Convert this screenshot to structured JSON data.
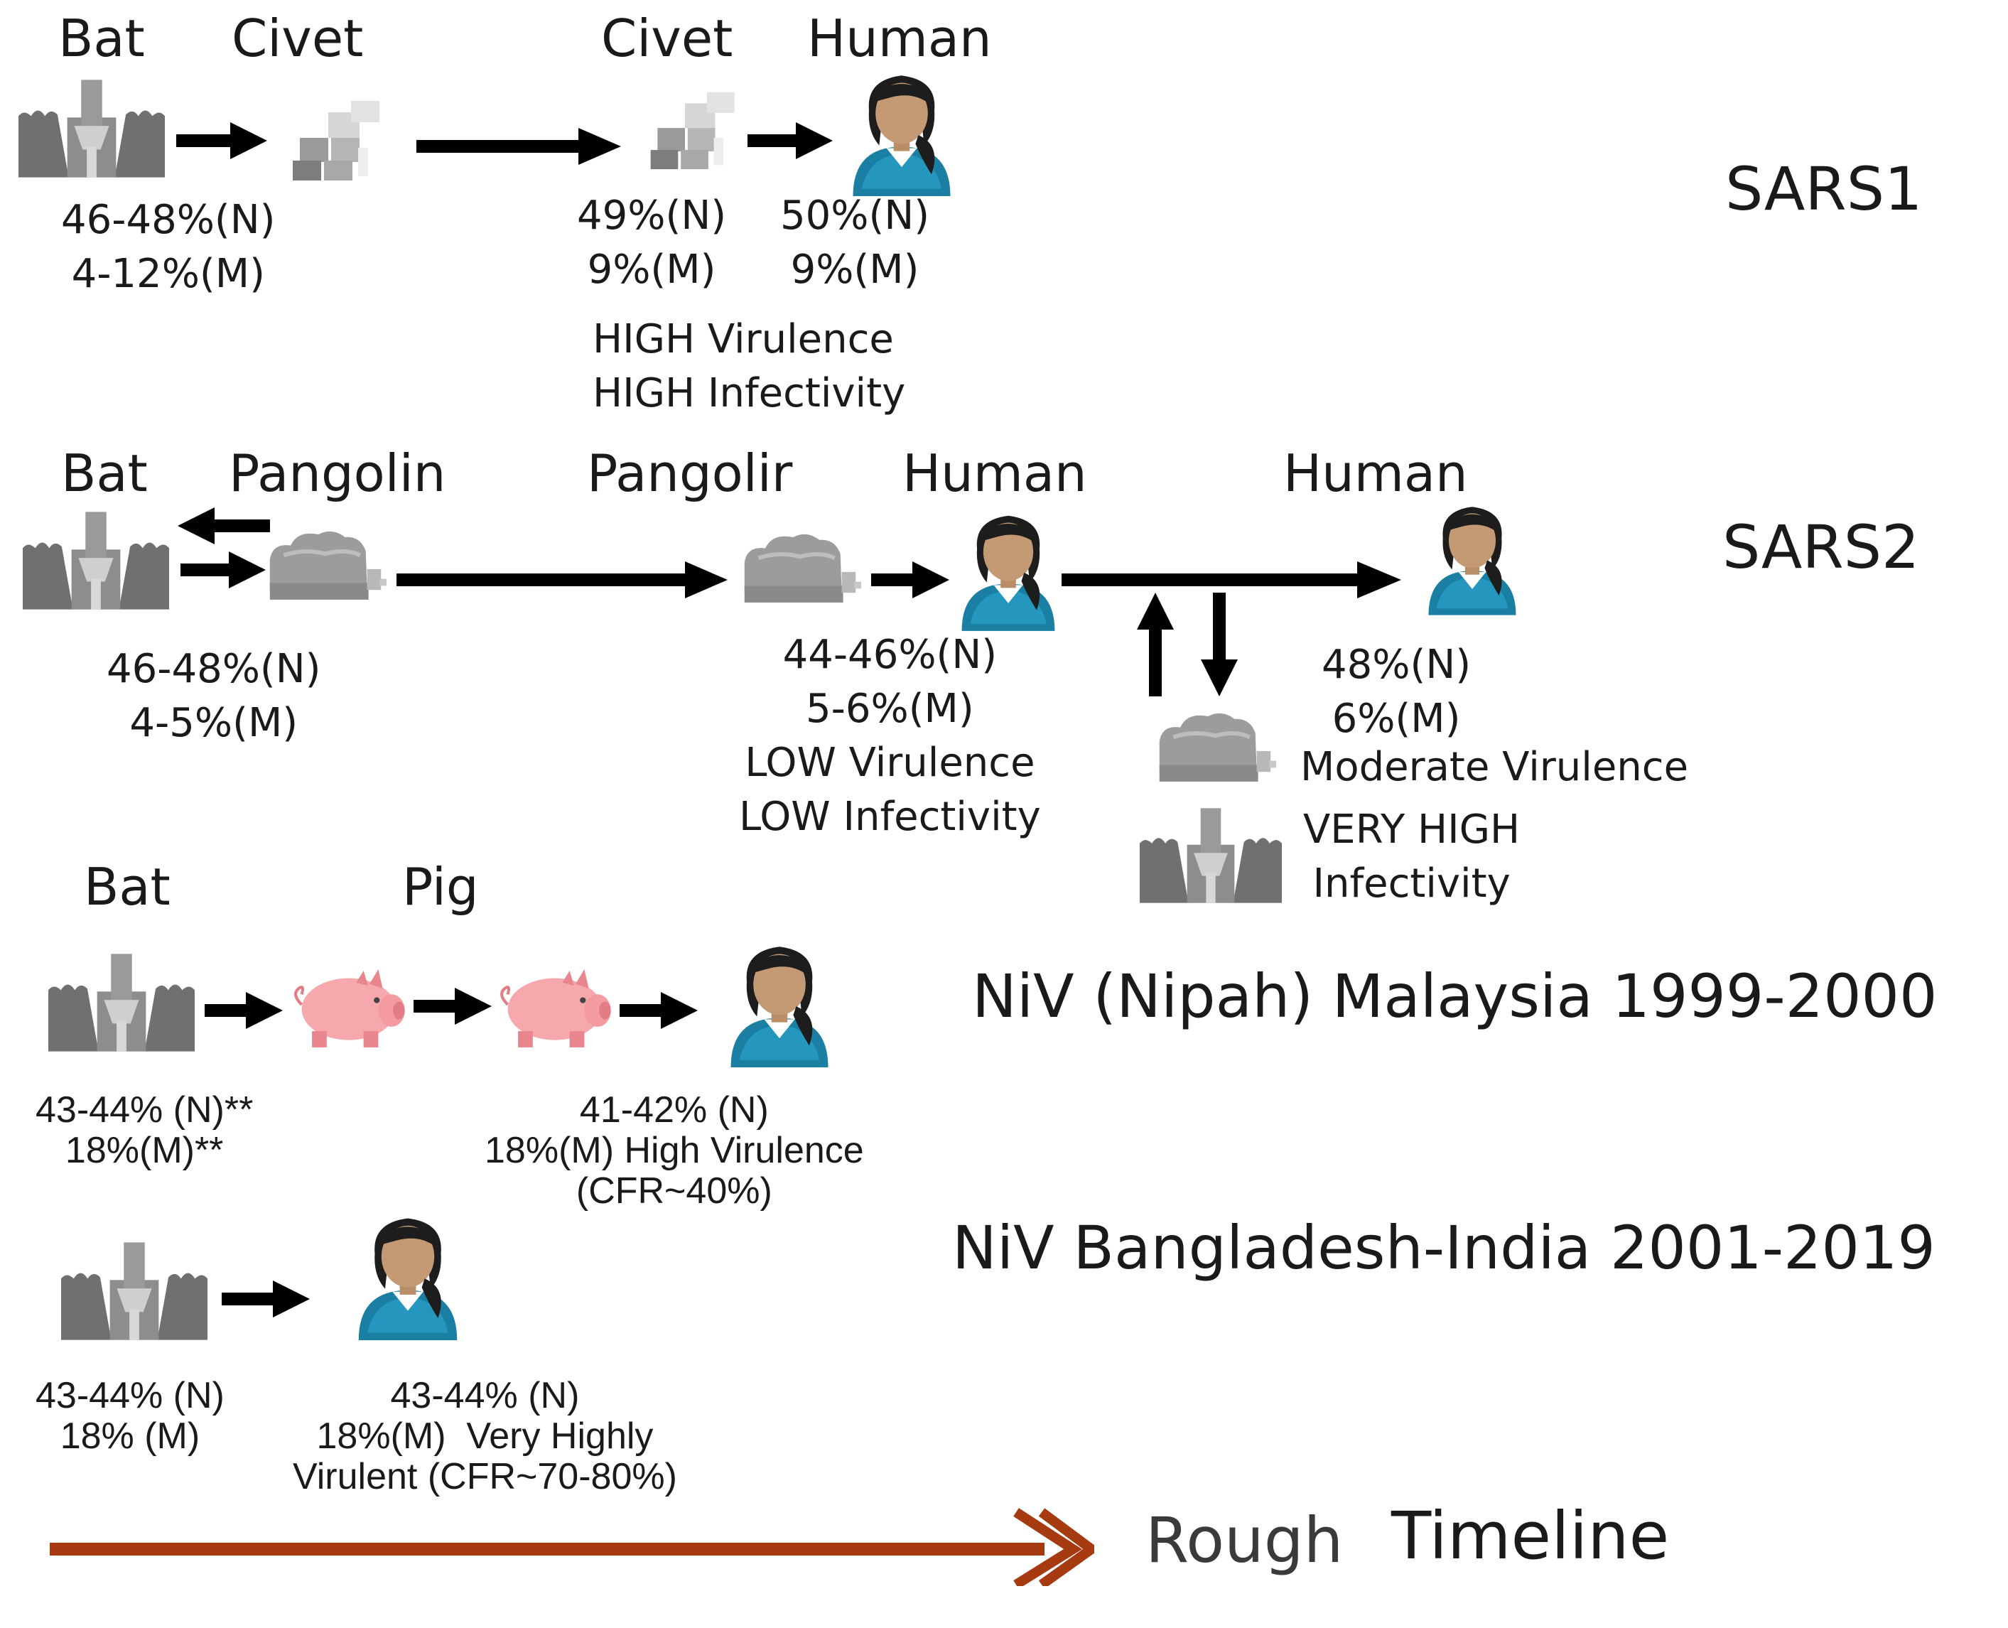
{
  "colors": {
    "arrow": "#000000",
    "timeline": "#a63a10",
    "gray": "#7c7c7c",
    "pig": "#f6a8ac",
    "shirt": "#1a7fa3",
    "skin": "#c49a74",
    "hair": "#1d1d1d"
  },
  "sars1": {
    "label": "SARS1",
    "heads": [
      "Bat",
      "Civet",
      "Civet",
      "Human"
    ],
    "bat_values": "46-48%(N)\n4-12%(M)",
    "civet_values": "49%(N)\n9%(M)",
    "human_values": "50%(N)\n9%(M)",
    "notes": "HIGH Virulence\nHIGH Infectivity",
    "icons": [
      "bat-icon",
      "civet-icon",
      "civet-icon",
      "human-icon"
    ]
  },
  "sars2": {
    "label": "SARS2",
    "heads": [
      "Bat",
      "Pangolin",
      "Pangolir",
      "Human",
      "Human"
    ],
    "bat_values": "46-48%(N)\n4-5%(M)",
    "pangolin_values": "44-46%(N)\n5-6%(M)\nLOW Virulence\nLOW Infectivity",
    "human_values": "48%(N)\n6%(M)",
    "moderate": "Moderate Virulence",
    "very_high": "VERY HIGH\nInfectivity",
    "icons": [
      "bat-icon",
      "pangolin-icon",
      "pangolin-icon",
      "human-icon",
      "human-icon",
      "pangolin-icon",
      "bat-icon"
    ]
  },
  "niv_malaysia": {
    "label": "NiV (Nipah) Malaysia 1999-2000",
    "heads": [
      "Bat",
      "Pig"
    ],
    "bat_values": "43-44% (N)**\n18%(M)**",
    "pig_values": "41-42% (N)\n18%(M) High Virulence\n(CFR~40%)",
    "icons": [
      "bat-icon",
      "pig-icon",
      "pig-icon",
      "human-icon"
    ]
  },
  "niv_bangladesh": {
    "label": "NiV Bangladesh-India 2001-2019",
    "bat_values": "43-44% (N)\n18% (M)",
    "human_values": "43-44% (N)\n18%(M)  Very Highly\nVirulent (CFR~70-80%)",
    "icons": [
      "bat-icon",
      "human-icon"
    ]
  },
  "timeline": {
    "label_a": "Rough",
    "label_b": "Timeline"
  }
}
